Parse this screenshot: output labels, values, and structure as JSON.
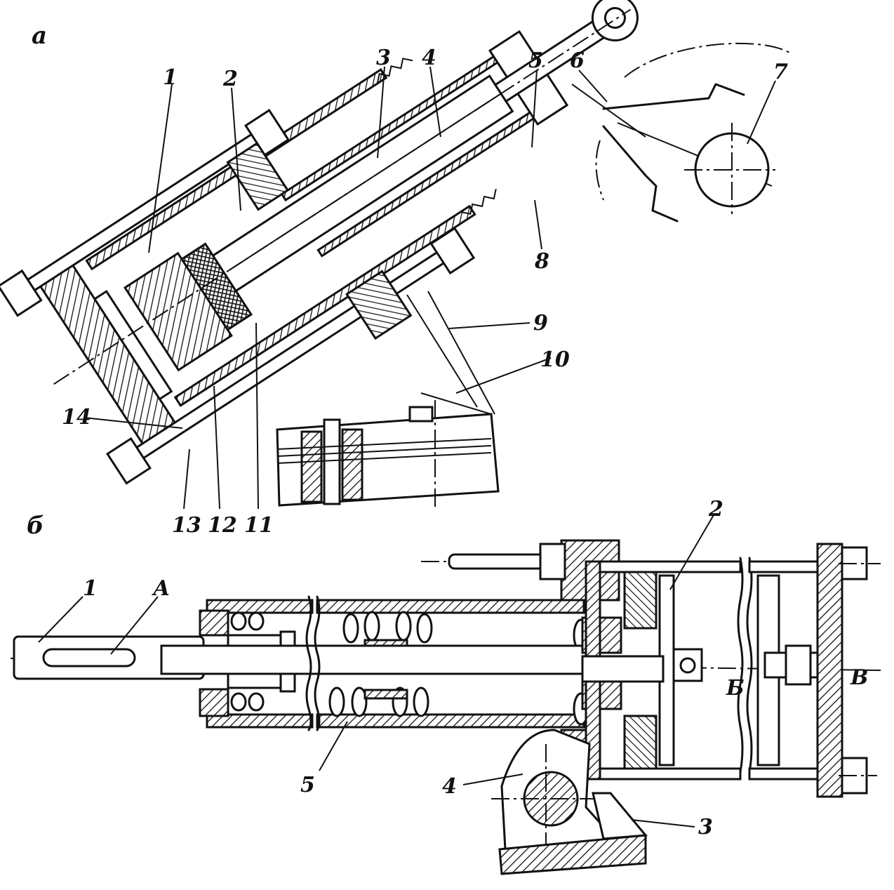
{
  "figure_a": {
    "panel_label": "а",
    "part_labels": [
      "1",
      "2",
      "3",
      "4",
      "5",
      "6",
      "7",
      "8",
      "9",
      "10",
      "11",
      "12",
      "13",
      "14"
    ]
  },
  "figure_b": {
    "panel_label": "б",
    "part_labels": [
      "1",
      "А",
      "2",
      "5",
      "4",
      "3",
      "Б",
      "В"
    ]
  }
}
